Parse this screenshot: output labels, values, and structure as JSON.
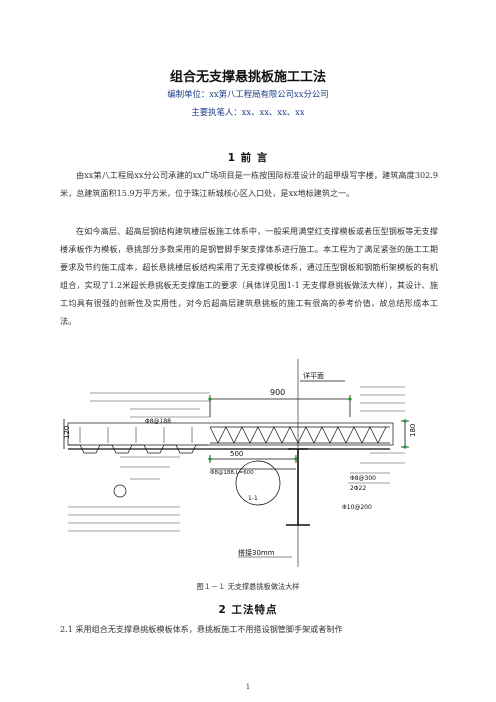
{
  "document": {
    "title": "组合无支撑悬挑板施工工法",
    "unit_line": "编制单位：xx第八工程局有限公司xx分公司",
    "authors_line": "主要执笔人：xx、xx、xx、xx",
    "section1_heading": "1   前   言",
    "section1_paragraphs": [
      "由xx第八工程局xx分公司承建的xx广场项目是一栋按国际标准设计的超甲级写字楼，建筑高度302.9米，总建筑面积15.9万平方米，位于珠江新城核心区入口处，是xx地标建筑之一。",
      "在如今高层、超高层钢结构建筑楼层板施工体系中，一般采用满堂红支撑模板或者压型钢板等无支撑楼承板作为模板，悬挑部分多数采用的是钢管脚手架支撑体系进行施工。本工程为了满足紧张的施工工期要求及节约施工成本，超长悬挑楼层板结构采用了无支撑模板体系，通过压型钢板和钢筋桁架模板的有机组合，实现了1.2米超长悬挑板无支撑施工的要求（具体详见图1-1 无支撑悬挑板做法大样），其设计、施工均具有很强的创新性及实用性，对今后超高层建筑悬挑板的施工有很高的参考价值，故总结形成本工法。"
    ],
    "figure_caption": "图１－１   无支撑悬挑板做法大样",
    "section2_heading": "2   工法特点",
    "section2_first_line": "2.1   采用组合无支撑悬挑板模板体系，悬挑板施工不用搭设钢管脚手架或者制作",
    "page_number": "1"
  },
  "figure": {
    "dim_900": "900",
    "dim_500": "500",
    "dim_120": "120",
    "dim_180": "180",
    "label_detail": "详平面",
    "label_phi8_188": "Φ8@188",
    "label_phi10_200": "Φ10@200",
    "label_phi8_300": "Φ8@300",
    "label_2phi22": "2Φ22",
    "label_L600": "Φ8@188,L=600",
    "label_1_1": "1-1",
    "label_30mm": "搭接30mm",
    "colors": {
      "line": "#111111",
      "green": "#1a9a2a",
      "blue": "#1b3a8a"
    }
  }
}
